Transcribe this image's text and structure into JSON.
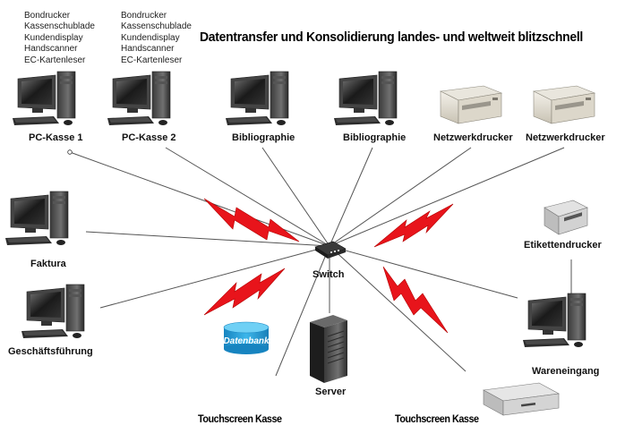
{
  "title": "Datentransfer und Konsolidierung landes- und weltweit blitzschnell",
  "peripherals_1": [
    "Bondrucker",
    "Kassenschublade",
    "Kundendisplay",
    "Handscanner",
    "EC-Kartenleser"
  ],
  "peripherals_2": [
    "Bondrucker",
    "Kassenschublade",
    "Kundendisplay",
    "Handscanner",
    "EC-Kartenleser"
  ],
  "labels": {
    "pc1": "PC-Kasse 1",
    "pc2": "PC-Kasse 2",
    "biblio1": "Bibliographie",
    "biblio2": "Bibliographie",
    "printer1": "Netzwerkdrucker",
    "printer2": "Netzwerkdrucker",
    "label_printer": "Etikettendrucker",
    "faktura": "Faktura",
    "management": "Geschäftsführung",
    "switch": "Switch",
    "server": "Server",
    "goods_in": "Wareneingang",
    "touch1": "Touchscreen Kasse",
    "touch2": "Touchscreen Kasse",
    "database": "Datenbank"
  },
  "colors": {
    "lightning": "#e8141b",
    "line": "#555555",
    "database": "#1f9fd8"
  }
}
